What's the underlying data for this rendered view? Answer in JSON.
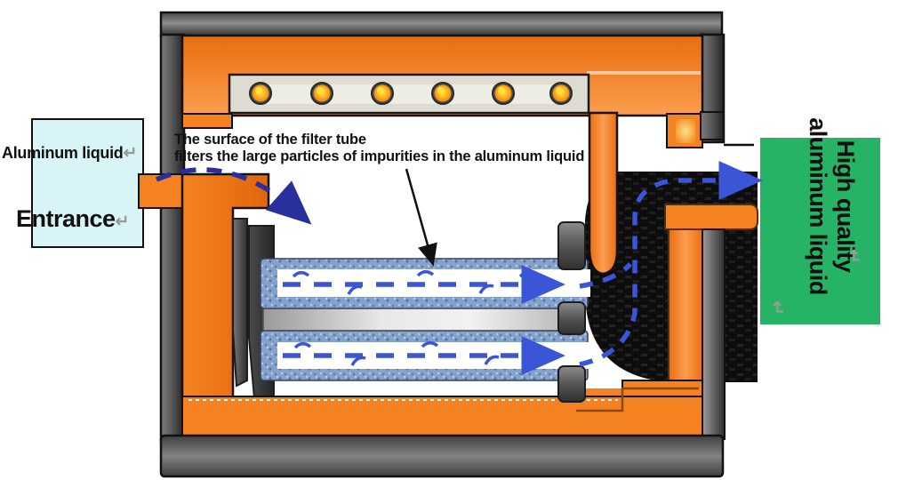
{
  "entrance_box": {
    "fluid_label": "Aluminum liquid",
    "entrance_label": "Entrance"
  },
  "outlet_box": {
    "label_line1": "High quality",
    "label_line2": "aluminum liquid"
  },
  "annotation": {
    "line1": "The surface of the filter tube",
    "line2": "filters the large particles of impurities in the aluminum liquid"
  },
  "icons": {
    "return_icon": "↵"
  },
  "colors": {
    "furnace_orange": "#f07a1c",
    "frame_gray": "#5a5a5a",
    "entrance_cyan": "#d8f4f6",
    "outlet_green": "#27b365",
    "flow_blue": "#3a55d6",
    "entrance_arrow_navy": "#2a2f9e",
    "chamber_black": "#0d0d0d",
    "heater_bar": "#dcdcd2",
    "lamp_glow": "#ffae1e"
  }
}
